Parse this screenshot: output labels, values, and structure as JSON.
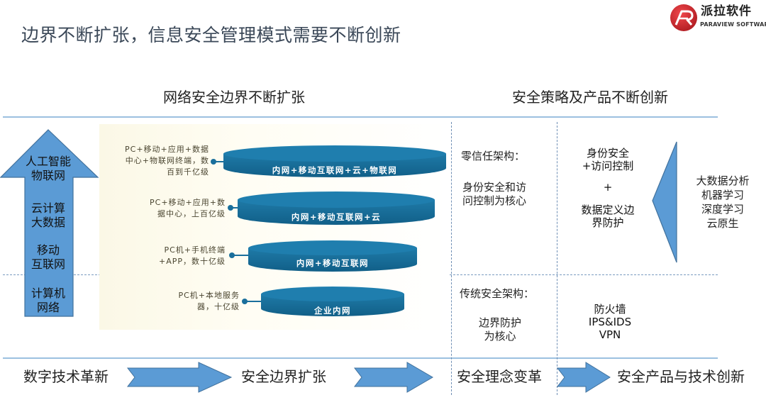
{
  "title": "边界不断扩张，信息安全管理模式需要不断创新",
  "logo": {
    "name_cn": "派拉软件",
    "name_en": "PARAVIEW SOFTWARE",
    "colors": {
      "red": "#d7262b",
      "dark": "#222222"
    }
  },
  "sections": {
    "left_header": "网络安全边界不断扩张",
    "right_header": "安全策略及产品不断创新"
  },
  "evolution_arrow": {
    "color": "#5b9bd5",
    "labels": [
      {
        "line1": "人工智能",
        "line2": "物联网"
      },
      {
        "line1": "云计算",
        "line2": "大数据"
      },
      {
        "line1": "移动",
        "line2": "互联网"
      },
      {
        "line1": "计算机",
        "line2": "网络"
      }
    ]
  },
  "network_layers": [
    {
      "desc_lines": [
        "PC+移动+应用+数据",
        "中心+物联网终端，数",
        "百到千亿级"
      ],
      "disk_label": "内网+移动互联网+云+物联网"
    },
    {
      "desc_lines": [
        "PC+移动+应用+数",
        "据中心，上百亿级"
      ],
      "disk_label": "内网+移动互联网+云"
    },
    {
      "desc_lines": [
        "PC机+手机终端",
        "+APP，数十亿级"
      ],
      "disk_label": "内网+移动互联网"
    },
    {
      "desc_lines": [
        "PC机+本地服务",
        "器，十亿级"
      ],
      "disk_label": "企业内网"
    }
  ],
  "disk_color": "#1a6f9c",
  "architectures": {
    "zero_trust": {
      "title": "零信任架构：",
      "core_lines": [
        "身份安全和访",
        "问控制为核心"
      ],
      "products": {
        "line1": "身份安全",
        "line2": "+访问控制",
        "plus": "+",
        "line3": "数据定义边",
        "line4": "界防护"
      }
    },
    "traditional": {
      "title": "传统安全架构：",
      "core_lines": [
        "边界防护",
        "为核心"
      ],
      "products": [
        "防火墙",
        "IPS&IDS",
        "VPN"
      ]
    }
  },
  "technologies": [
    "大数据分析",
    "机器学习",
    "深度学习",
    "云原生"
  ],
  "accent_red": "#f0414f",
  "flow": {
    "steps": [
      "数字技术革新",
      "安全边界扩张",
      "安全理念变革",
      "安全产品与技术创新"
    ],
    "arrow_color": "#5b9bd5"
  }
}
